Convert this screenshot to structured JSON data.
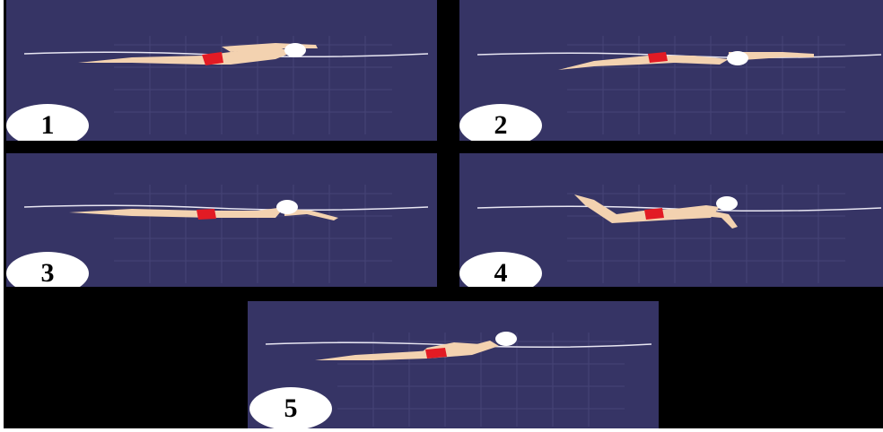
{
  "colors": {
    "water": "#363465",
    "frame": "#000000",
    "badge": "#ffffff",
    "skin": "#f3d2b0",
    "swimsuit": "#e21b24",
    "cap": "#ffffff",
    "waterline": "#e8e6f2"
  },
  "panels": [
    {
      "label": "1",
      "pose": "glide-with-arm-forward"
    },
    {
      "label": "2",
      "pose": "arm-recovery"
    },
    {
      "label": "3",
      "pose": "arm-pull"
    },
    {
      "label": "4",
      "pose": "breath-and-kick"
    },
    {
      "label": "5",
      "pose": "arm-push-to-hip"
    }
  ]
}
